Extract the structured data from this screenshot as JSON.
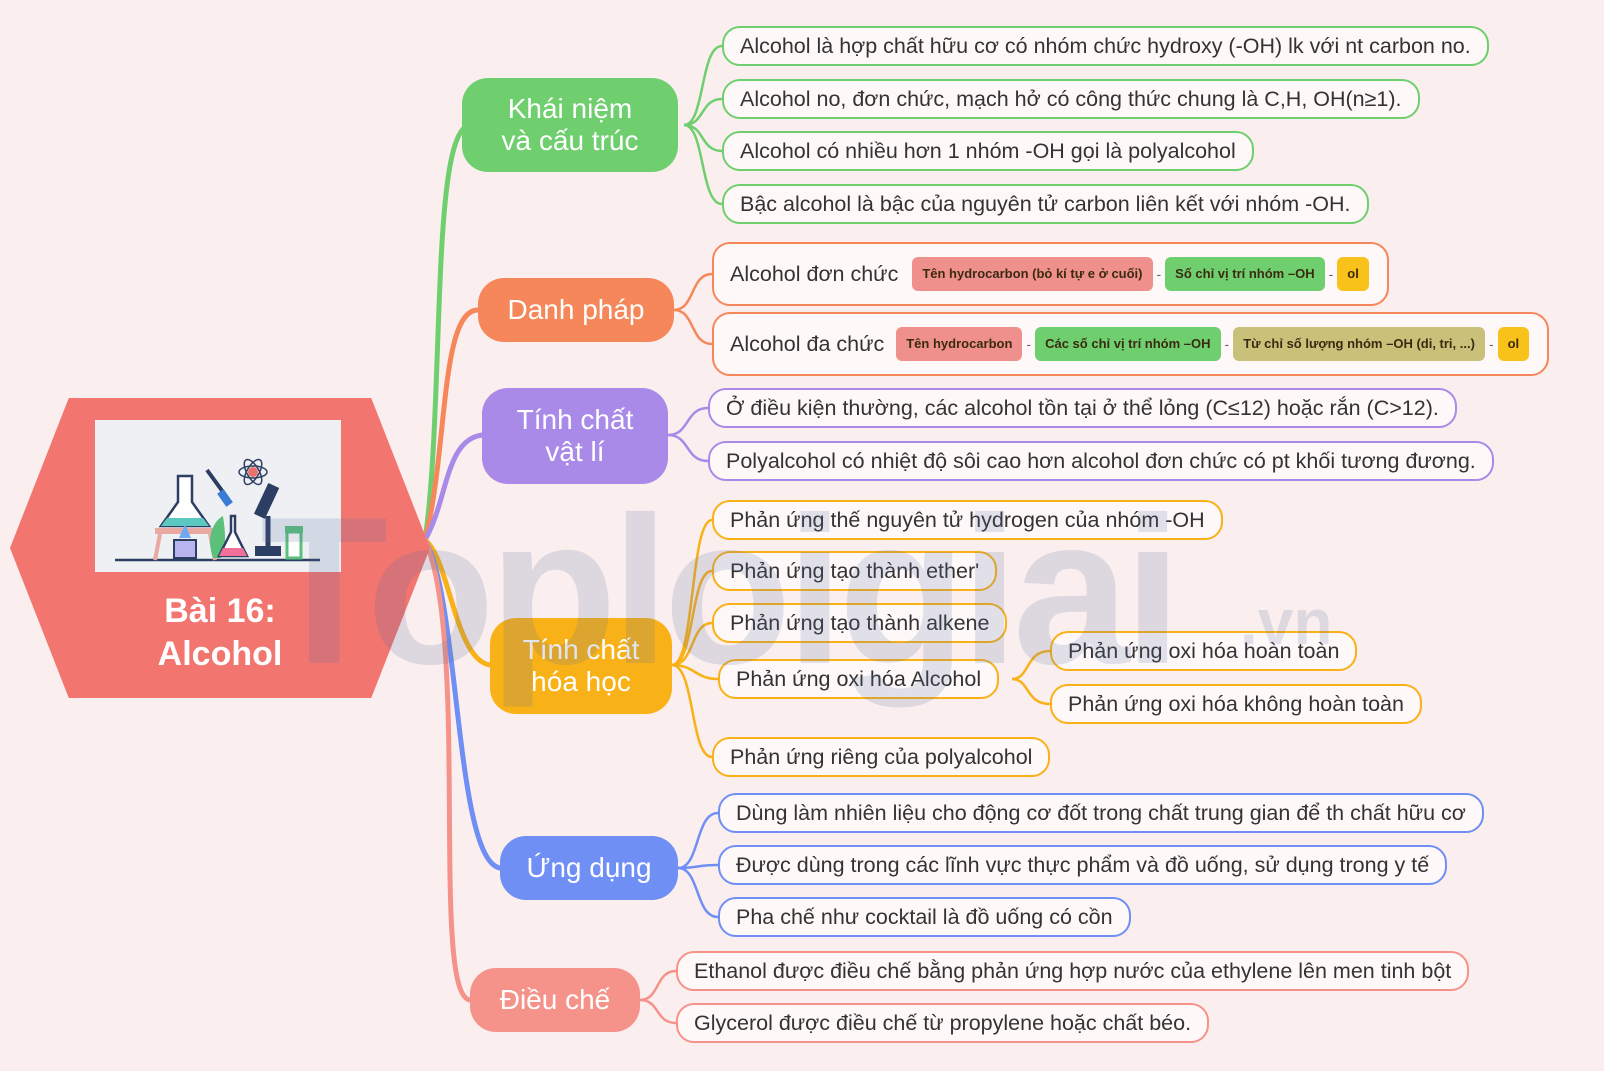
{
  "center": {
    "line1": "Bài 16:",
    "line2": "Alcohol"
  },
  "colors": {
    "green": "#6fcf6f",
    "orange": "#f5875a",
    "purple": "#a98ae8",
    "yellow": "#f8b117",
    "blue": "#6f8ff5",
    "salmon": "#f5938a"
  },
  "branches": {
    "khai_niem": {
      "line1": "Khái niệm",
      "line2": "và cấu trúc",
      "items": [
        "Alcohol là hợp chất hữu cơ có nhóm chức hydroxy (-OH) lk với nt carbon no.",
        "Alcohol no, đơn chức, mạch hở có công thức chung là C,H, OH(n≥1).",
        "Alcohol có nhiều hơn 1 nhóm -OH gọi là polyalcohol",
        "Bậc alcohol là bậc của nguyên tử carbon liên kết với nhóm -OH."
      ]
    },
    "danh_phap": {
      "label": "Danh pháp",
      "don_chuc": {
        "label": "Alcohol đơn chức",
        "tag1": "Tên hydrocarbon (bỏ kí tự e ở cuối)",
        "tag2": "Số chỉ vị trí nhóm –OH",
        "tag3": "ol"
      },
      "da_chuc": {
        "label": "Alcohol đa chức",
        "tag1": "Tên hydrocarbon",
        "tag2": "Các số chỉ vị trí nhóm –OH",
        "tag3": "Từ chỉ số lượng nhóm –OH (di, tri, ...)",
        "tag4": "ol"
      }
    },
    "vat_li": {
      "line1": "Tính chất",
      "line2": "vật lí",
      "items": [
        "Ở điều kiện thường, các alcohol tồn tại ở thể lỏng (C≤12) hoặc rắn (C>12).",
        "Polyalcohol có nhiệt độ sôi cao hơn alcohol đơn chức có pt khối tương đương."
      ]
    },
    "hoa_hoc": {
      "line1": "Tính chất",
      "line2": "hóa học",
      "items": [
        "Phản ứng thế nguyên tử hydrogen của nhóm -OH",
        "Phản ứng tạo thành ether'",
        "Phản ứng tạo thành alkene",
        "Phản ứng oxi hóa Alcohol",
        "Phản ứng riêng của polyalcohol"
      ],
      "sub": [
        "Phản ứng oxi hóa hoàn toàn",
        "Phản ứng oxi hóa không hoàn toàn"
      ]
    },
    "ung_dung": {
      "label": "Ứng dụng",
      "items": [
        "Dùng làm nhiên liệu cho động cơ đốt trong chất trung gian để th chất hữu cơ",
        "Được dùng trong các lĩnh vực thực phẩm và đồ uống, sử dụng trong y tế",
        "Pha chế như cocktail là đồ uống có cồn"
      ]
    },
    "dieu_che": {
      "label": "Điều chế",
      "items": [
        "Ethanol được điều chế bằng phản ứng hợp nước của ethylene lên men tinh bột",
        "Glycerol được điều chế từ propylene hoặc chất béo."
      ]
    }
  },
  "watermark": {
    "main": "Toploigiai",
    "suffix": ".vn"
  }
}
